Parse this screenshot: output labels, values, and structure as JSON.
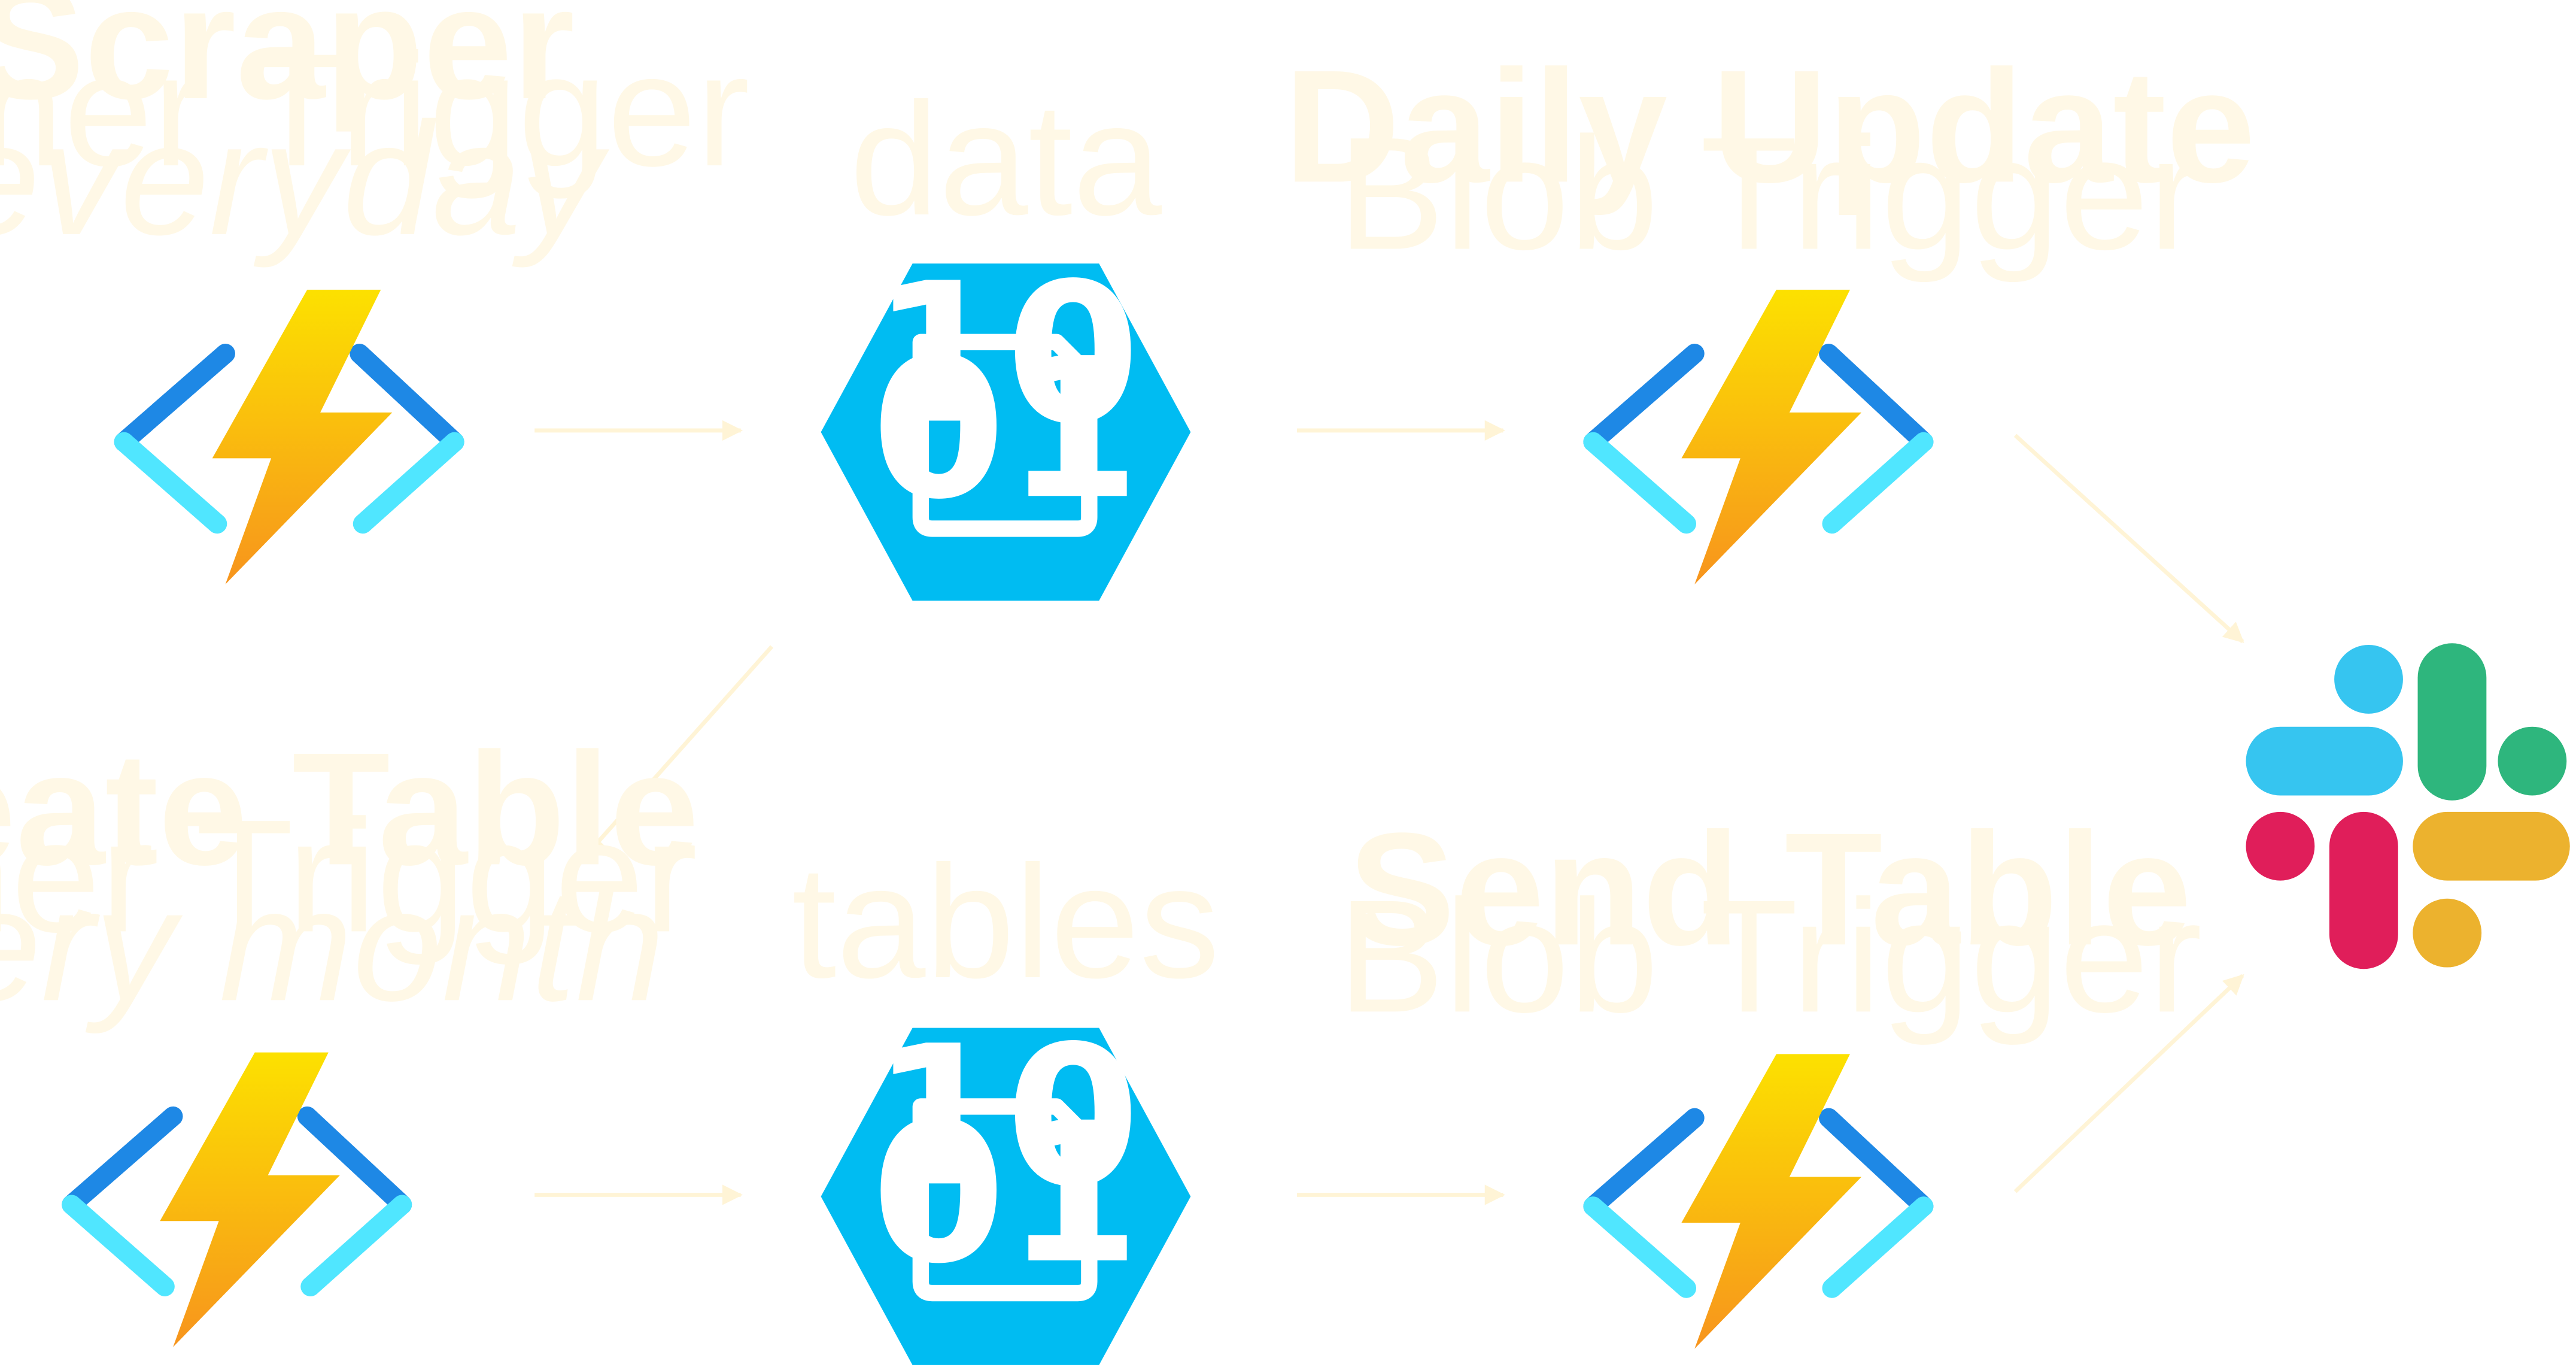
{
  "colors": {
    "label": "#fff8e6",
    "arrow": "#fff4d6",
    "azure_hex": "#00bcf2",
    "func_dark": "#1e88e5",
    "func_light": "#50e6ff",
    "bolt_top": "#fce100",
    "bolt_bottom": "#f7941d",
    "slack_blue": "#36c5f0",
    "slack_green": "#2eb67d",
    "slack_red": "#e01e5a",
    "slack_yellow": "#ecb22e"
  },
  "functions": [
    {
      "id": "scraper",
      "title": "Scraper",
      "trigger": "Timer Trigger",
      "schedule": "everyday",
      "icon": "azure-function-icon"
    },
    {
      "id": "create-table",
      "title": "Create Table",
      "trigger": "Timer Trigger",
      "schedule": "every month",
      "icon": "azure-function-icon"
    },
    {
      "id": "daily-update",
      "title": "Daily Update",
      "trigger": "Blob Trigger",
      "icon": "azure-function-icon"
    },
    {
      "id": "send-table",
      "title": "Send Table",
      "trigger": "Blob Trigger",
      "icon": "azure-function-icon"
    }
  ],
  "containers": [
    {
      "id": "data",
      "label": "data",
      "icon": "blob-storage-icon"
    },
    {
      "id": "tables",
      "label": "tables",
      "icon": "blob-storage-icon"
    }
  ],
  "blob_digits": {
    "top": "10",
    "bottom": "01"
  },
  "slack": {
    "icon": "slack-logo-icon"
  },
  "edges": [
    {
      "from": "scraper",
      "to": "data"
    },
    {
      "from": "data",
      "to": "daily-update"
    },
    {
      "from": "daily-update",
      "to": "slack"
    },
    {
      "from": "data",
      "to": "create-table"
    },
    {
      "from": "create-table",
      "to": "tables"
    },
    {
      "from": "tables",
      "to": "send-table"
    },
    {
      "from": "send-table",
      "to": "slack"
    }
  ]
}
